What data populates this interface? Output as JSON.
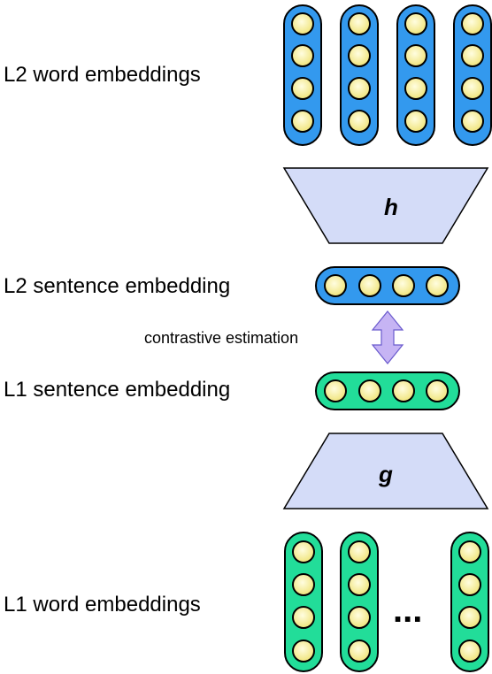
{
  "labels": {
    "l2_word": "L2 word embeddings",
    "l2_sentence": "L2 sentence embedding",
    "contrastive": "contrastive estimation",
    "l1_sentence": "L1 sentence embedding",
    "l1_word": "L1 word embeddings"
  },
  "functions": {
    "h": "h",
    "g": "g"
  },
  "ellipsis": "...",
  "colors": {
    "l2_fill": "#3399ee",
    "l1_fill": "#22dd99",
    "node_fill": "#f5ee88",
    "trapezoid_fill": "#d4dcf8",
    "arrow_fill": "#c6b4f4"
  }
}
